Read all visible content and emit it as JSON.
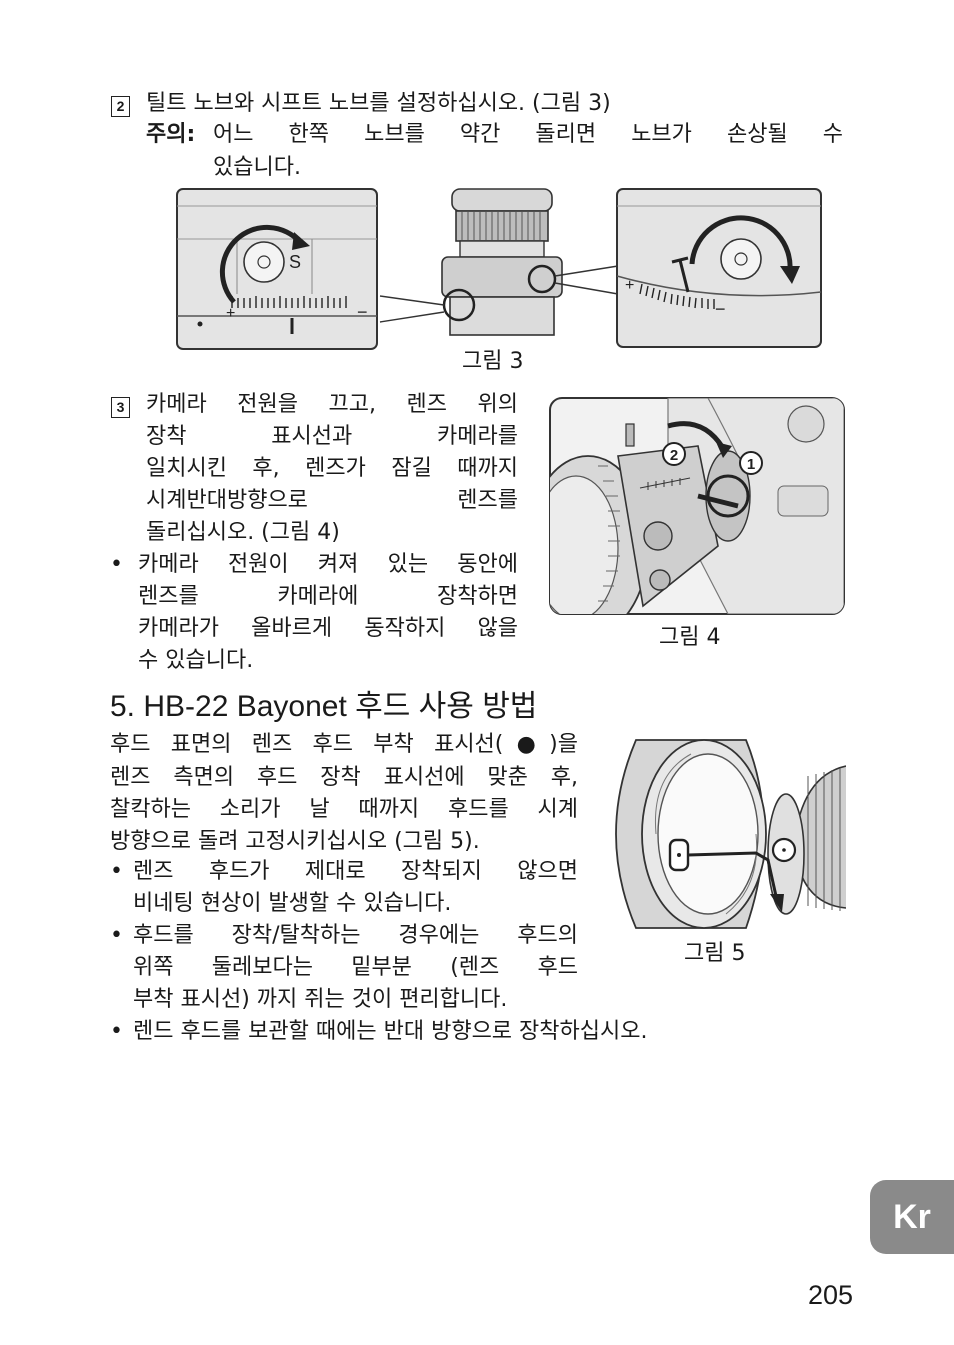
{
  "step2": {
    "number": "2",
    "line1": "틸트 노브와 시프트 노브를 설정하십시오. (그림 3)",
    "note_label": "주의:",
    "note_line1": "어느 한쪽 노브를 약간 돌리면 노브가 손상될 수",
    "note_line2": "있습니다."
  },
  "fig3": {
    "caption": "그림 3",
    "label_s": "S",
    "plus": "+",
    "minus": "−"
  },
  "step3": {
    "number": "3",
    "lines": [
      "카메라 전원을 끄고, 렌즈 위의",
      "장착 표시선과 카메라를",
      "일치시킨 후, 렌즈가 잠길 때까지",
      "시계반대방향으로 렌즈를",
      "돌리십시오. (그림 4)"
    ]
  },
  "bullet_power": {
    "lines": [
      "카메라 전원이 켜져 있는 동안에",
      "렌즈를 카메라에 장착하면",
      "카메라가 올바르게 동작하지 않을",
      "수 있습니다."
    ]
  },
  "fig4": {
    "caption": "그림 4",
    "marker1": "1",
    "marker2": "2"
  },
  "section5": {
    "heading": "5. HB-22 Bayonet 후드 사용 방법",
    "paragraph": [
      "후드 표면의 렌즈 후드 부착 표시선(●)을",
      "렌즈 측면의 후드 장착 표시선에 맞춘 후,",
      "찰칵하는 소리가 날 때까지 후드를 시계",
      "방향으로 돌려 고정시키십시오 (그림 5)."
    ],
    "bullets": [
      {
        "lines": [
          "렌즈 후드가 제대로 장착되지 않으면",
          "비네팅 현상이 발생할 수 있습니다."
        ]
      },
      {
        "lines": [
          "후드를 장착/탈착하는 경우에는 후드의",
          "위쪽 둘레보다는 밑부분 (렌즈 후드",
          "부착 표시선) 까지 쥐는 것이 편리합니다."
        ]
      },
      {
        "lines": [
          "렌드 후드를 보관할 때에는 반대 방향으로 장착하십시오."
        ]
      }
    ]
  },
  "fig5": {
    "caption": "그림 5"
  },
  "bullet_char": "•",
  "language_tab": "Kr",
  "page_number": "205"
}
